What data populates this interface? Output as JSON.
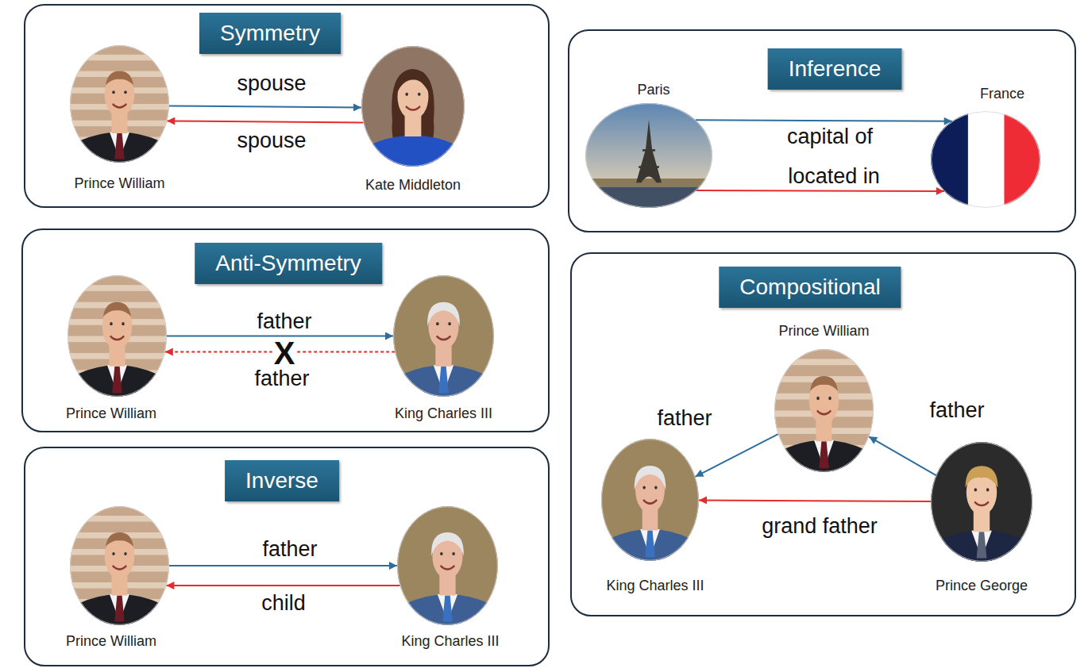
{
  "diagram": {
    "nodes": [
      {
        "text": [
          "Symmetry"
        ]
      },
      {
        "text": [
          "Prince William"
        ],
        "in": 0
      },
      {
        "text": [
          "Kate Middleton"
        ],
        "in": 0
      },
      {
        "text": [
          "Inference"
        ]
      },
      {
        "text": [
          "Paris"
        ],
        "in": 3
      },
      {
        "text": [
          "France"
        ],
        "in": 3
      },
      {
        "text": [
          "Anti-Symmetry"
        ]
      },
      {
        "text": [
          "Prince William"
        ],
        "in": 6
      },
      {
        "text": [
          "King Charles III"
        ],
        "in": 6
      },
      {
        "text": [
          "Compositional"
        ]
      },
      {
        "text": [
          "Prince William"
        ],
        "in": 9
      },
      {
        "text": [
          "King Charles III"
        ],
        "in": 9
      },
      {
        "text": [
          "Prince George"
        ],
        "in": 9
      },
      {
        "text": [
          "Inverse"
        ]
      },
      {
        "text": [
          "Prince William"
        ],
        "in": 13
      },
      {
        "text": [
          "King Charles III"
        ],
        "in": 13
      }
    ],
    "edges": [
      {
        "from": 1,
        "to": 2,
        "label": "spouse",
        "arrow": "to"
      },
      {
        "from": 2,
        "to": 1,
        "label": "spouse",
        "arrow": "to"
      },
      {
        "from": 4,
        "to": 5,
        "label": "capital of",
        "arrow": "to"
      },
      {
        "from": 4,
        "to": 5,
        "label": "located in",
        "arrow": "to"
      },
      {
        "from": 7,
        "to": 8,
        "label": "father",
        "arrow": "to"
      },
      {
        "from": 8,
        "to": 7,
        "label": "father",
        "arrow": "to"
      },
      {
        "from": 10,
        "to": 11,
        "label": "father",
        "arrow": "to"
      },
      {
        "from": 12,
        "to": 10,
        "label": "father",
        "arrow": "to"
      },
      {
        "from": 12,
        "to": 11,
        "label": "grand father",
        "arrow": "to"
      },
      {
        "from": 14,
        "to": 15,
        "label": "father",
        "arrow": "to"
      },
      {
        "from": 15,
        "to": 14,
        "label": "child",
        "arrow": "to"
      }
    ],
    "labels": [
      "X"
    ]
  }
}
